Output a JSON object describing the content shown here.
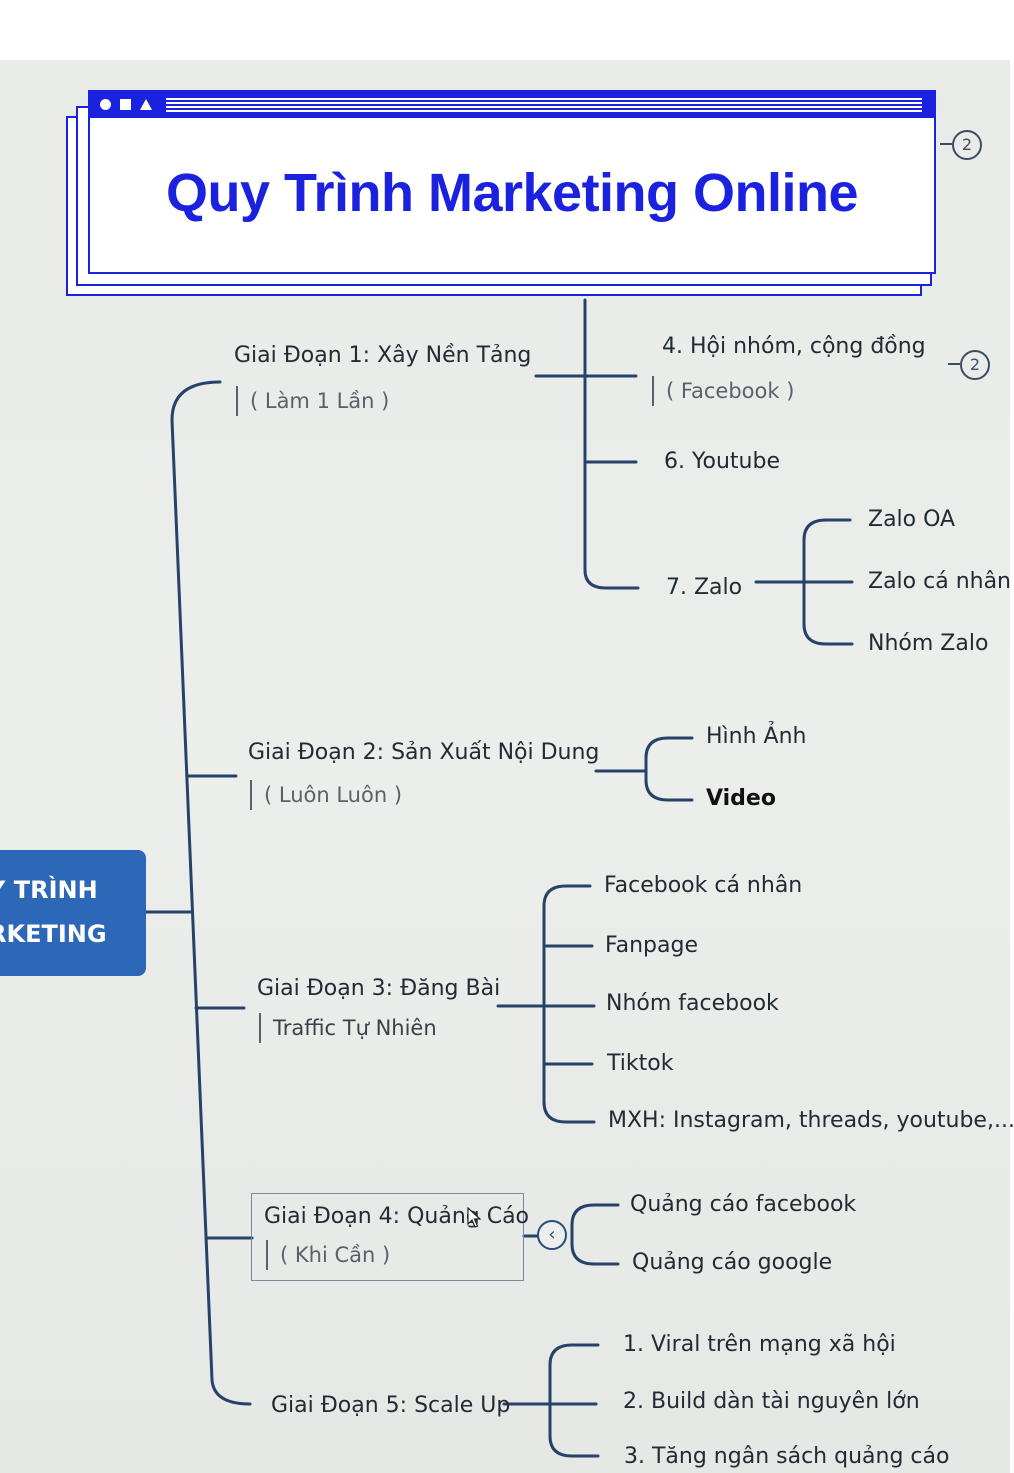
{
  "title": "Quy Trình Marketing Online",
  "root": {
    "line1": "Y TRÌNH",
    "line2": "RKETING"
  },
  "badge_label": "2",
  "collapse_icon": "‹",
  "stages": [
    {
      "label": "Giai Đoạn 1: Xây Nền Tảng",
      "note": "( Làm 1 Lần )"
    },
    {
      "label": "Giai Đoạn 2: Sản Xuất Nội Dung",
      "note": "( Luôn Luôn )"
    },
    {
      "label": "Giai Đoạn 3: Đăng Bài",
      "note": "Traffic Tự Nhiên"
    },
    {
      "label": "Giai Đoạn 4: Quảng Cáo",
      "note": "( Khi Cần )"
    },
    {
      "label": "Giai Đoạn 5: Scale Up"
    }
  ],
  "stage1_items": [
    {
      "label": "4. Hội nhóm, cộng đồng",
      "note": "( Facebook )"
    },
    {
      "label": "6. Youtube"
    },
    {
      "label": "7. Zalo"
    }
  ],
  "zalo_items": [
    "Zalo OA",
    "Zalo cá nhân",
    "Nhóm Zalo"
  ],
  "stage2_items": [
    "Hình Ảnh",
    "Video"
  ],
  "stage3_items": [
    "Facebook cá nhân",
    "Fanpage",
    "Nhóm facebook",
    "Tiktok",
    "MXH: Instagram, threads, youtube,..."
  ],
  "stage4_items": [
    "Quảng cáo facebook",
    "Quảng cáo google"
  ],
  "stage5_items": [
    "1. Viral trên mạng xã hội",
    "2. Build dàn tài nguyên lớn",
    "3. Tăng ngân sách quảng cáo"
  ],
  "colors": {
    "line": "#26426a",
    "root": "#2d68b8",
    "title": "#1a22e0"
  }
}
